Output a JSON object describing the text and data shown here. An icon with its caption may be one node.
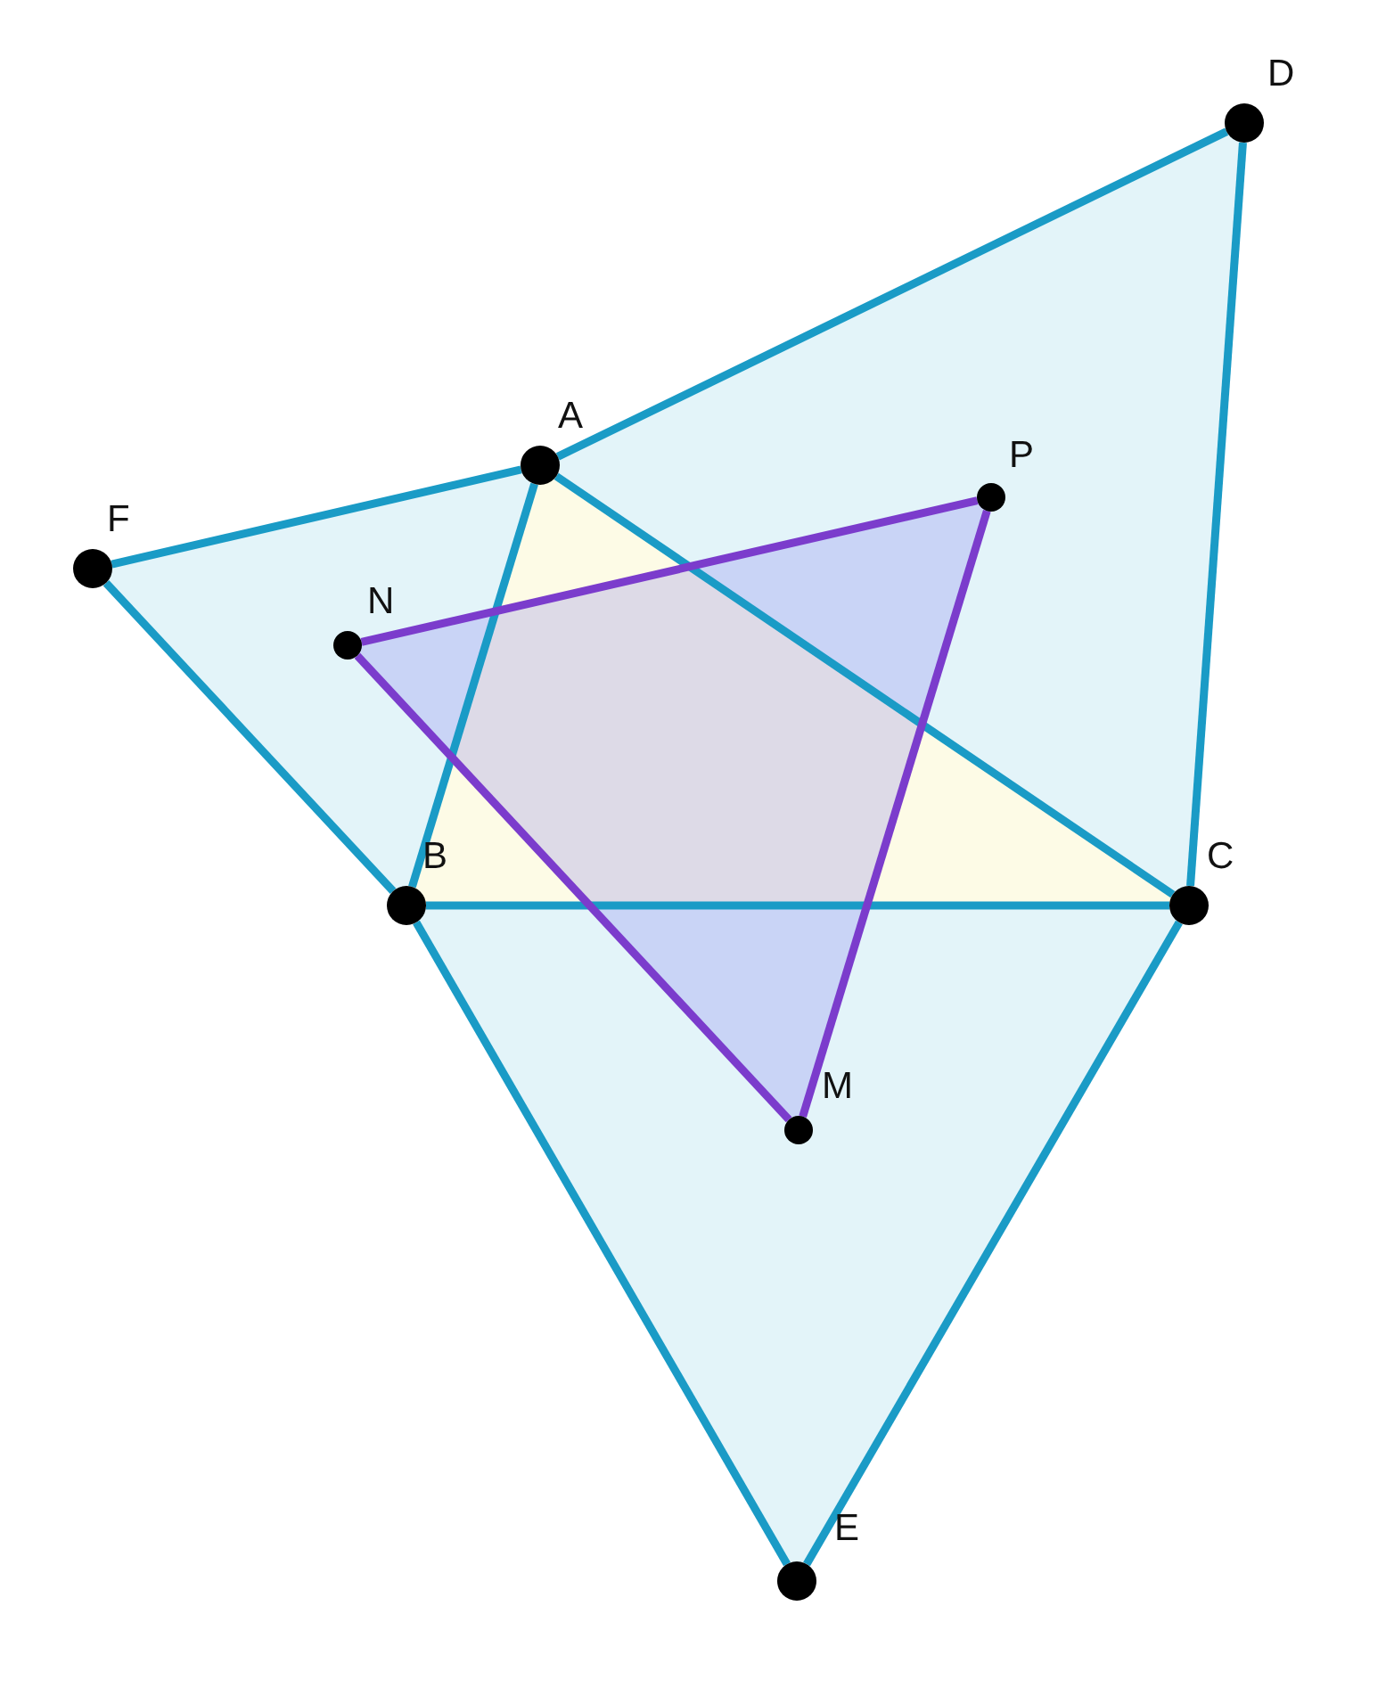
{
  "diagram": {
    "nodes": [
      {
        "text": [],
        "shape": "circle",
        "beside": [
          "D"
        ]
      },
      {
        "text": [],
        "shape": "circle",
        "beside": [
          "A"
        ]
      },
      {
        "text": [],
        "shape": "circle",
        "beside": [
          "P"
        ]
      },
      {
        "text": [],
        "shape": "circle",
        "beside": [
          "F"
        ]
      },
      {
        "text": [],
        "shape": "circle",
        "beside": [
          "N"
        ]
      },
      {
        "text": [],
        "shape": "circle",
        "beside": [
          "B"
        ]
      },
      {
        "text": [],
        "shape": "circle",
        "beside": [
          "C"
        ]
      },
      {
        "text": [],
        "shape": "circle",
        "beside": [
          "M"
        ]
      },
      {
        "text": [],
        "shape": "circle",
        "beside": [
          "E"
        ]
      }
    ],
    "edges": [
      {
        "from": 1,
        "to": 0,
        "arrow": "none"
      },
      {
        "from": 0,
        "to": 6,
        "arrow": "none"
      },
      {
        "from": 1,
        "to": 3,
        "arrow": "none"
      },
      {
        "from": 3,
        "to": 5,
        "arrow": "none"
      },
      {
        "from": 1,
        "to": 5,
        "arrow": "none"
      },
      {
        "from": 1,
        "to": 6,
        "arrow": "none"
      },
      {
        "from": 5,
        "to": 6,
        "arrow": "none"
      },
      {
        "from": 5,
        "to": 8,
        "arrow": "none"
      },
      {
        "from": 6,
        "to": 8,
        "arrow": "none"
      },
      {
        "from": 4,
        "to": 2,
        "arrow": "none",
        "color": "#7b3ccc"
      },
      {
        "from": 2,
        "to": 7,
        "arrow": "none",
        "color": "#7b3ccc"
      },
      {
        "from": 4,
        "to": 7,
        "arrow": "none",
        "color": "#7b3ccc"
      }
    ]
  }
}
